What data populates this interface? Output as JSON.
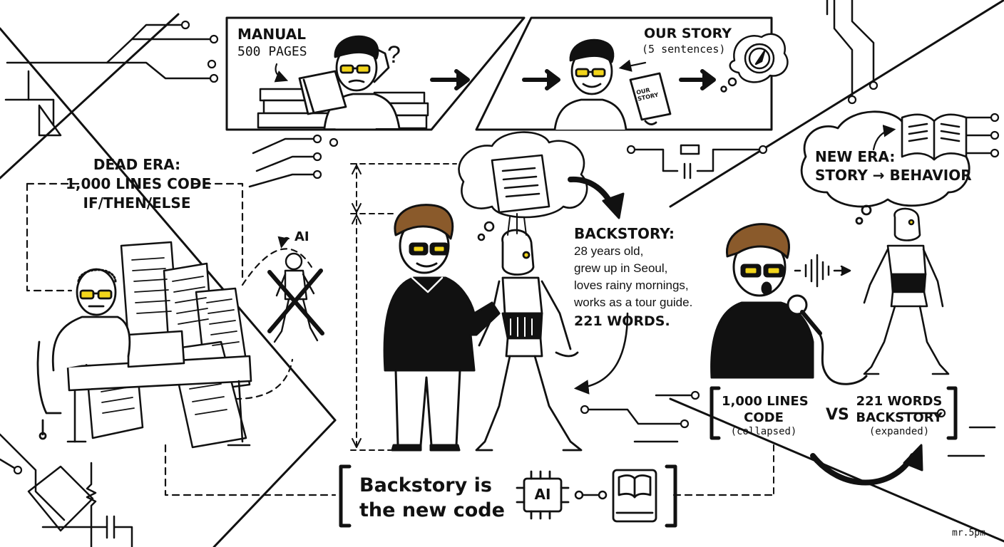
{
  "colors": {
    "ink": "#111111",
    "paper": "#ffffff",
    "accent": "#f2d51b",
    "hair": "#8a5a2b"
  },
  "manual_panel": {
    "title": "MANUAL",
    "subtitle": "500 PAGES",
    "mark": "?"
  },
  "story_panel": {
    "title": "OUR STORY",
    "subtitle": "(5 sentences)",
    "book_label": "OUR STORY"
  },
  "dead_era": {
    "lines": [
      "DEAD ERA:",
      "1,000 LINES CODE",
      "IF/THEN/ELSE"
    ],
    "ai_label": "AI"
  },
  "backstory": {
    "title": "BACKSTORY:",
    "lines": [
      "28 years old,",
      "grew up in Seoul,",
      "loves rainy mornings,",
      "works as a tour guide."
    ],
    "count": "221 WORDS."
  },
  "new_era": {
    "lines": [
      "NEW ERA:",
      "STORY → BEHAVIOR"
    ]
  },
  "comparison": {
    "left": {
      "lines": [
        "1,000 LINES",
        "CODE"
      ],
      "note": "(collapsed)"
    },
    "vs": "VS",
    "right": {
      "lines": [
        "221 WORDS",
        "BACKSTORY"
      ],
      "note": "(expanded)"
    }
  },
  "slogan": {
    "lines": [
      "Backstory is",
      "the new code"
    ],
    "chip_label": "AI"
  },
  "signature": "mr.5pm"
}
